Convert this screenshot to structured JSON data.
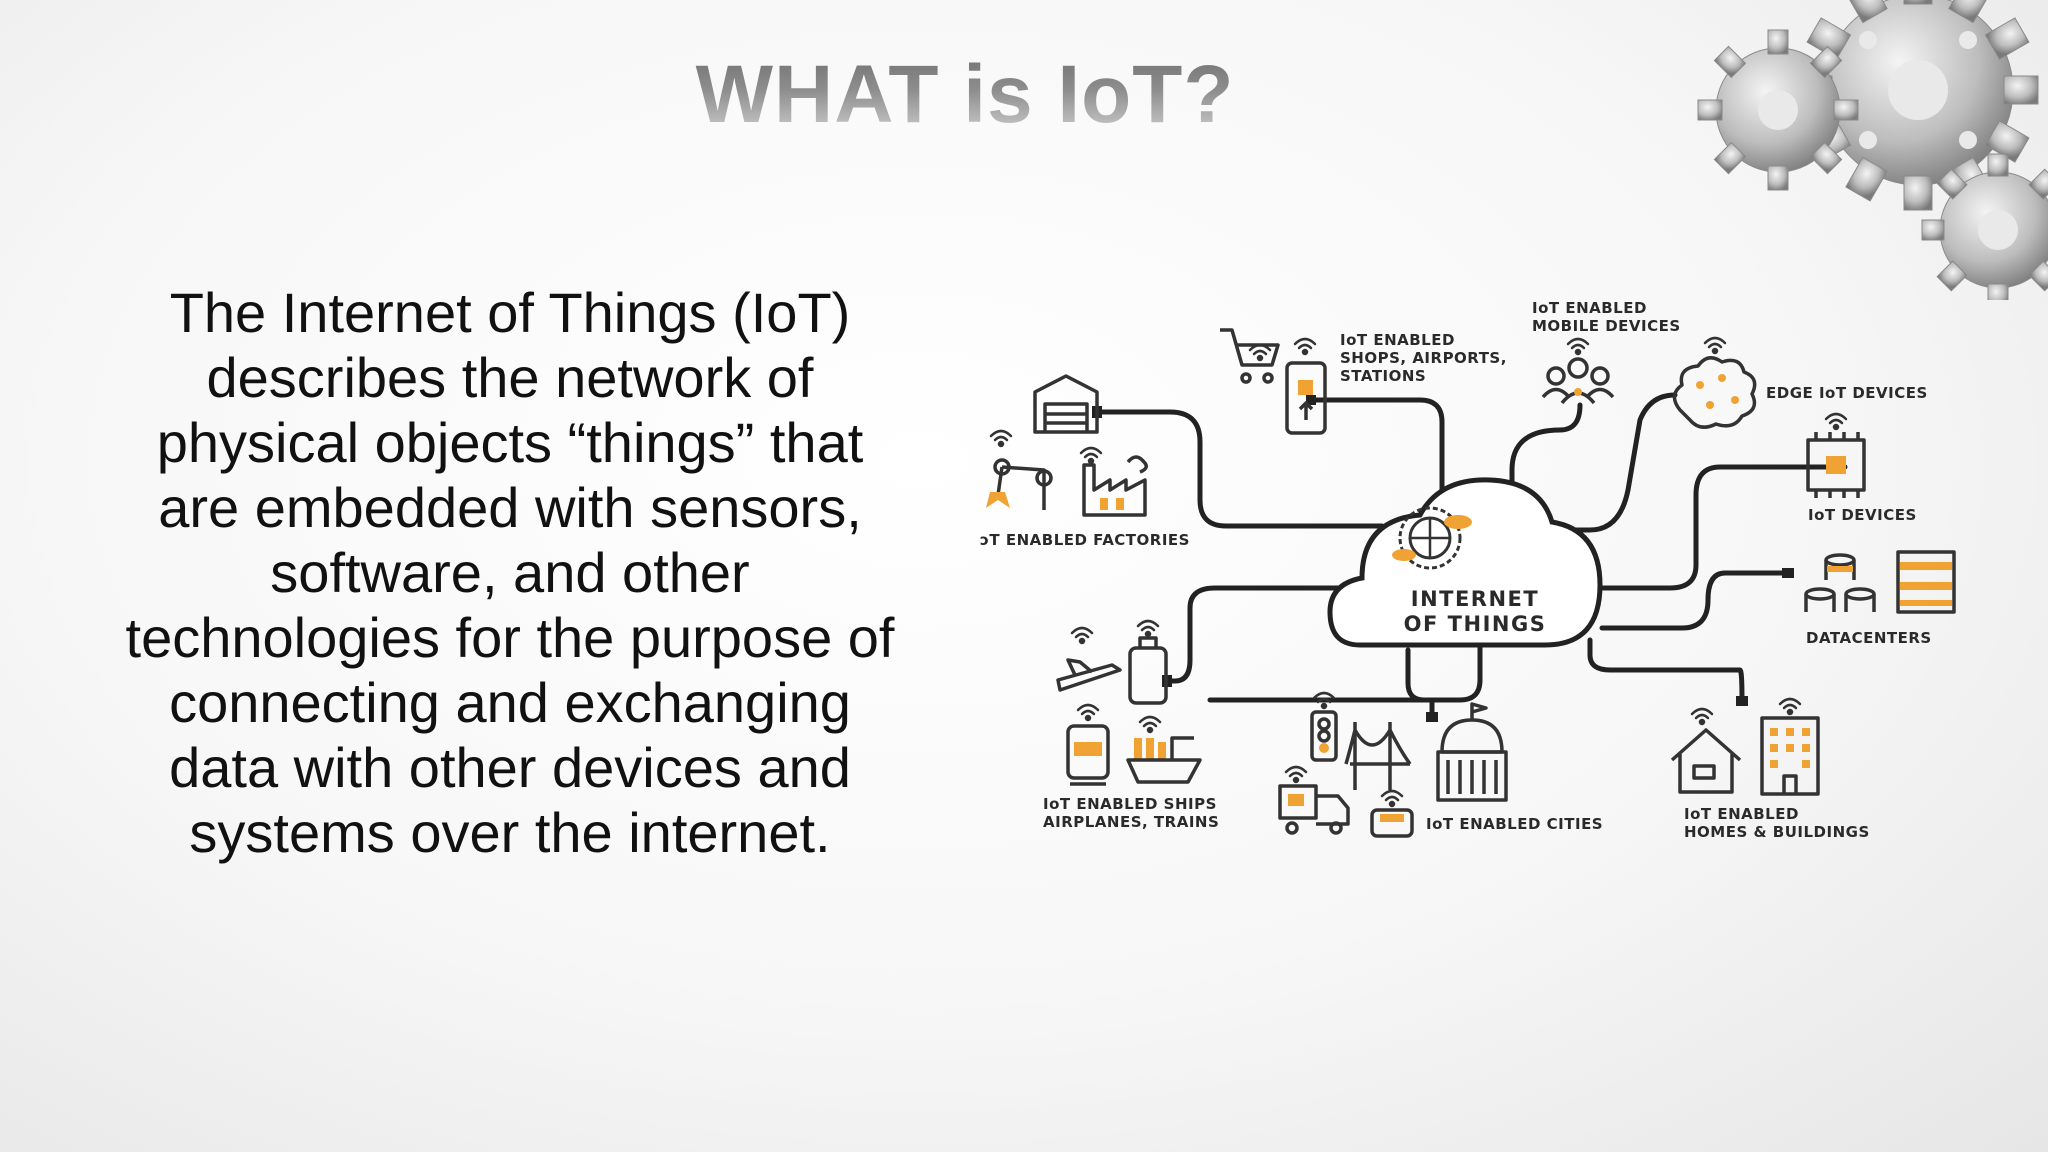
{
  "slide": {
    "title": "WHAT is IoT?",
    "body_lines": [
      "The Internet of Things (IoT)",
      "describes the network of",
      "physical objects “things” that",
      "are embedded with sensors,",
      "software, and other",
      "technologies for the purpose of",
      "connecting and exchanging",
      "data with other devices and",
      "systems over the internet."
    ]
  },
  "diagram": {
    "hub": {
      "line1": "INTERNET",
      "line2": "OF THINGS"
    },
    "nodes": {
      "factories": [
        "ɔT ENABLED FACTORIES"
      ],
      "shops": [
        "IoT ENABLED",
        "SHOPS, AIRPORTS,",
        "STATIONS"
      ],
      "mobile": [
        "IoT ENABLED",
        "MOBILE DEVICES"
      ],
      "edge": [
        "EDGE IoT DEVICES"
      ],
      "iot_devices": [
        "IoT DEVICES"
      ],
      "datacenters": [
        "DATACENTERS"
      ],
      "ships": [
        "IoT ENABLED SHIPS",
        "AIRPLANES, TRAINS"
      ],
      "cities": [
        "IoT ENABLED CITIES"
      ],
      "homes": [
        "IoT ENABLED",
        "HOMES & BUILDINGS"
      ]
    },
    "colors": {
      "accent": "#f0a233",
      "line": "#222222"
    }
  }
}
